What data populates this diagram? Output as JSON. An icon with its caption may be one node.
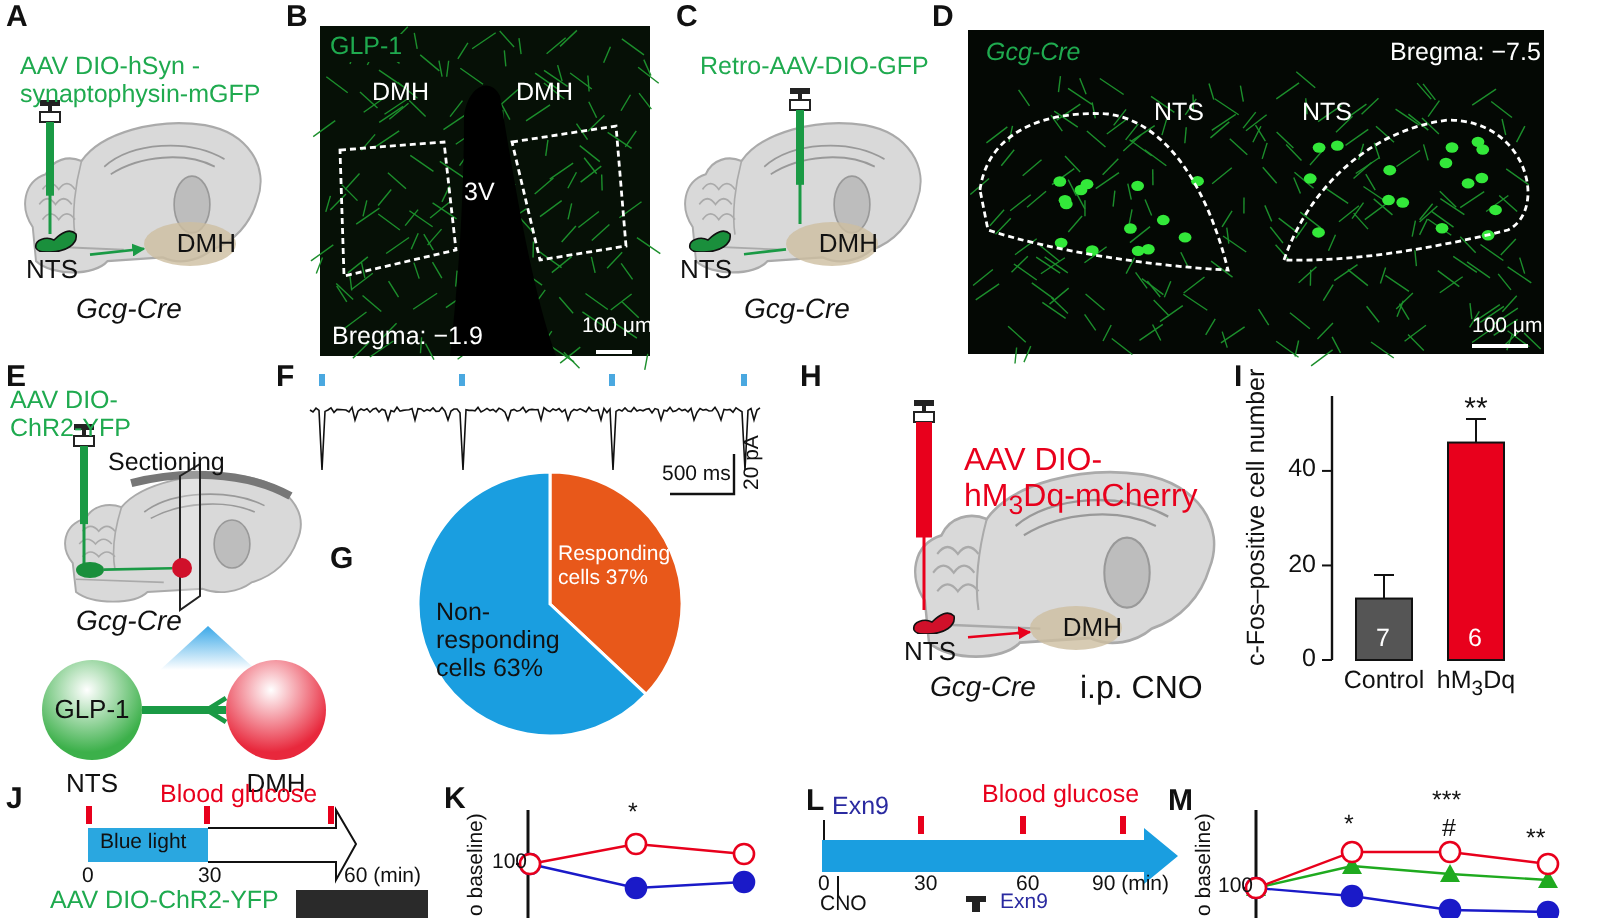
{
  "diagram": {
    "nodes": [
      {
        "text": [
          "NTS"
        ]
      },
      {
        "text": [
          "DMH"
        ]
      },
      {
        "text": [
          "NTS"
        ]
      },
      {
        "text": [
          "DMH"
        ]
      },
      {
        "text": [],
        "shape": "circle"
      },
      {
        "text": [],
        "shape": "circle"
      },
      {
        "text": [
          "GLP-1"
        ],
        "beside": [
          "NTS"
        ]
      },
      {
        "text": [],
        "shape": "circle",
        "beside": [
          "DMH"
        ]
      },
      {
        "text": [
          "NTS"
        ]
      },
      {
        "text": [
          "DMH"
        ]
      }
    ],
    "edges": [
      {
        "from": 0,
        "to": 1,
        "arrow": "to"
      },
      {
        "from": 2,
        "to": 3,
        "arrow": "none"
      },
      {
        "from": 4,
        "to": 5,
        "arrow": "none"
      },
      {
        "from": 6,
        "to": 7,
        "arrow": "other",
        "style": "thick"
      },
      {
        "from": 8,
        "to": 9,
        "arrow": "to",
        "color": "#e8001c"
      }
    ],
    "labels": [
      "A",
      "AAV DIO-hSyn -synaptophysin-mGFP",
      "Gcg-Cre",
      "B",
      "GLP-1",
      "DMH",
      "DMH",
      "3V",
      "Bregma: −1.9",
      "100 μm",
      "C",
      "Retro-AAV-DIO-GFP",
      "Gcg-Cre",
      "D",
      "Gcg-Cre",
      "Bregma: −7.5",
      "NTS",
      "NTS",
      "100 μm",
      "E",
      "AAV DIO- ChR2-YFP",
      "Sectioning",
      "Gcg-Cre",
      "F",
      "500 ms",
      "20 pA",
      "G",
      "Responding cells 37%",
      "Non-responding cells 63%",
      "H",
      "AAV DIO- hM$_{3}$Dq-mCherry",
      "Gcg-Cre",
      "i.p. CNO",
      "I",
      "7",
      "6",
      "J",
      "Blood glucose",
      "Blue light",
      "0",
      "30",
      "60 (min)",
      "AAV DIO-ChR2-YFP",
      "K",
      "o baseline)",
      "100",
      "*",
      "L",
      "Exn9",
      "Blood glucose",
      "0",
      "30",
      "60",
      "90 (min)",
      "CNO",
      "Exn9",
      "M",
      "o baseline)",
      "100",
      "*",
      "***",
      "#",
      "**"
    ],
    "chart_data": {
      "type": "bar",
      "ylabel": "c-Fos–positive cell number",
      "categories": [
        "Control",
        "hM$_{3}$Dq"
      ],
      "values": [
        13,
        46
      ],
      "yticks": [
        0,
        20,
        40
      ],
      "ylim": [
        0,
        55
      ],
      "annotations": [
        "**"
      ]
    }
  }
}
